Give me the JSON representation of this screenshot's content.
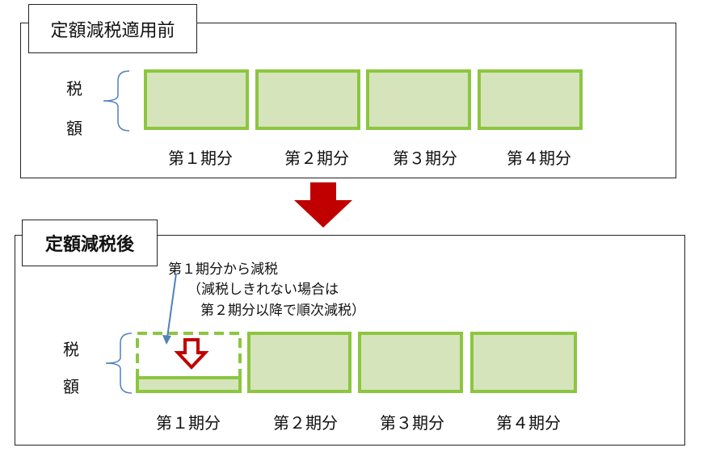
{
  "before": {
    "title": "定額減税適用前",
    "axis": [
      "税",
      "額"
    ],
    "periods": [
      "第１期分",
      "第２期分",
      "第３期分",
      "第４期分"
    ]
  },
  "after": {
    "title": "定額減税後",
    "axis": [
      "税",
      "額"
    ],
    "periods": [
      "第１期分",
      "第２期分",
      "第３期分",
      "第４期分"
    ],
    "note": [
      "第１期分から減税",
      "（減税しきれない場合は",
      "第２期分以降で順次減税）"
    ]
  },
  "colors": {
    "box_border": "#8cc63f",
    "box_fill": "#d6e4bc",
    "arrow": "#c00000",
    "pointer": "#4f81bd"
  }
}
